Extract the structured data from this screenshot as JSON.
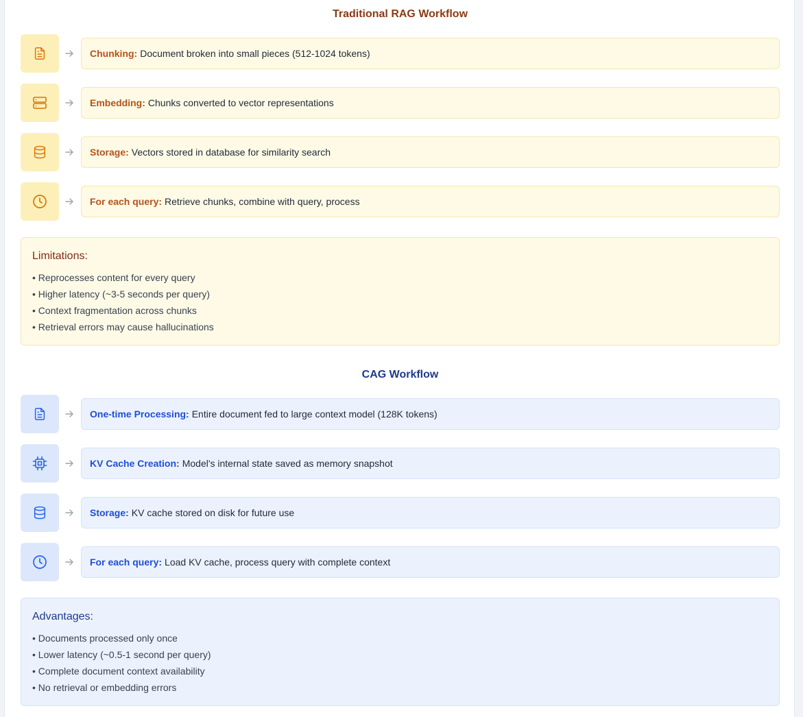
{
  "rag": {
    "title": "Traditional RAG Workflow",
    "steps": [
      {
        "icon": "document-icon",
        "label": "Chunking:",
        "text": "Document broken into small pieces (512-1024 tokens)"
      },
      {
        "icon": "server-icon",
        "label": "Embedding:",
        "text": "Chunks converted to vector representations"
      },
      {
        "icon": "database-icon",
        "label": "Storage:",
        "text": "Vectors stored in database for similarity search"
      },
      {
        "icon": "clock-icon",
        "label": "For each query:",
        "text": "Retrieve chunks, combine with query, process"
      }
    ],
    "box": {
      "title": "Limitations:",
      "items": [
        "Reprocesses content for every query",
        "Higher latency (~3-5 seconds per query)",
        "Context fragmentation across chunks",
        "Retrieval errors may cause hallucinations"
      ]
    }
  },
  "cag": {
    "title": "CAG Workflow",
    "steps": [
      {
        "icon": "document-icon",
        "label": "One-time Processing:",
        "text": "Entire document fed to large context model (128K tokens)"
      },
      {
        "icon": "cpu-chip-icon",
        "label": "KV Cache Creation:",
        "text": "Model's internal state saved as memory snapshot"
      },
      {
        "icon": "database-icon",
        "label": "Storage:",
        "text": "KV cache stored on disk for future use"
      },
      {
        "icon": "clock-icon",
        "label": "For each query:",
        "text": "Load KV cache, process query with complete context"
      }
    ],
    "box": {
      "title": "Advantages:",
      "items": [
        "Documents processed only once",
        "Lower latency (~0.5-1 second per query)",
        "Complete document context availability",
        "No retrieval or embedding errors"
      ]
    }
  },
  "colors": {
    "rag_accent": "#b4531a",
    "rag_title": "#8a3b12",
    "cag_accent": "#1d4ed8",
    "cag_title": "#1e3a8a"
  }
}
